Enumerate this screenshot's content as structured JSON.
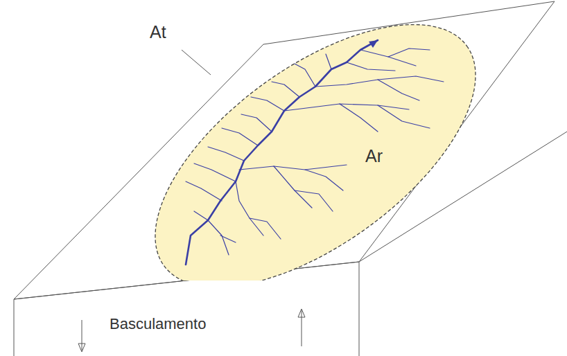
{
  "diagram": {
    "nodes": [
      {
        "text": [
          "Ar"
        ]
      }
    ],
    "labels": [
      "At",
      "Basculamento"
    ]
  }
}
